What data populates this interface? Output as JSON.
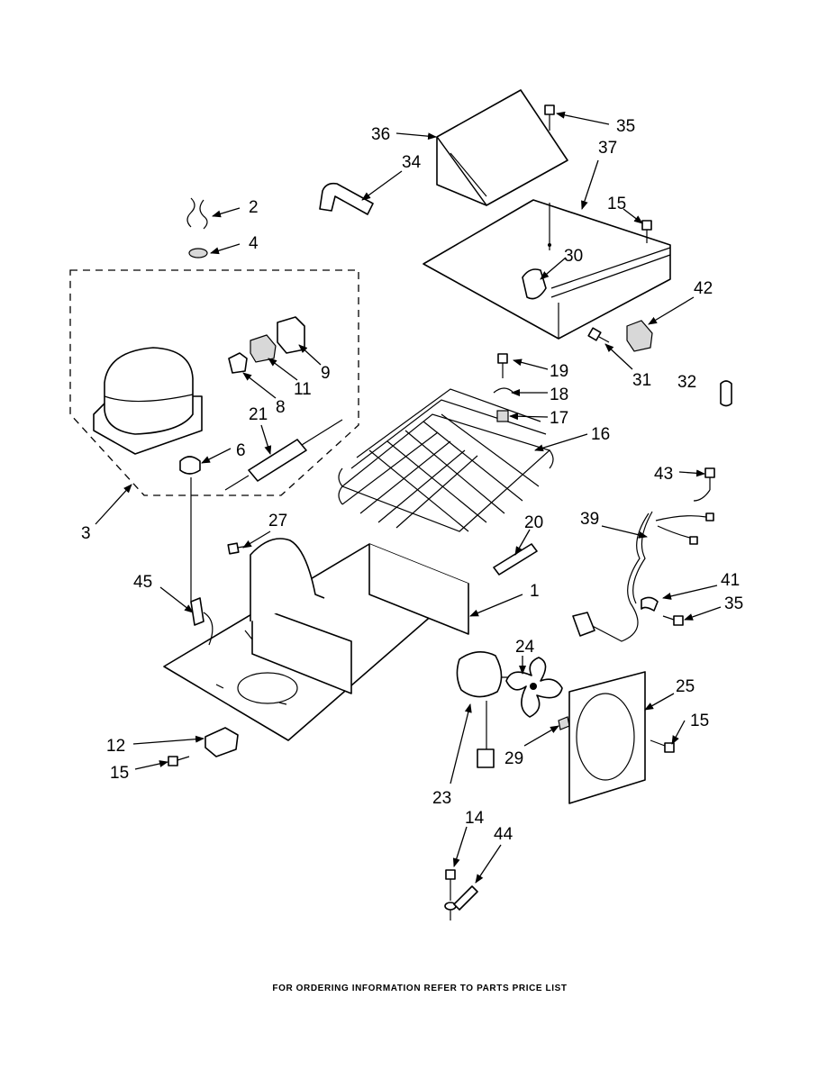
{
  "labels": {
    "p1": "1",
    "p2": "2",
    "p3": "3",
    "p4": "4",
    "p6": "6",
    "p8": "8",
    "p9": "9",
    "p11": "11",
    "p12": "12",
    "p14": "14",
    "p15a": "15",
    "p15b": "15",
    "p15c": "15",
    "p16": "16",
    "p17": "17",
    "p18": "18",
    "p19": "19",
    "p20": "20",
    "p21": "21",
    "p23": "23",
    "p24": "24",
    "p25": "25",
    "p27": "27",
    "p29": "29",
    "p30": "30",
    "p31": "31",
    "p32": "32",
    "p34": "34",
    "p35a": "35",
    "p35b": "35",
    "p36": "36",
    "p37": "37",
    "p39": "39",
    "p41": "41",
    "p42": "42",
    "p43": "43",
    "p44": "44",
    "p45": "45"
  },
  "footer": "FOR ORDERING INFORMATION REFER TO PARTS PRICE LIST"
}
